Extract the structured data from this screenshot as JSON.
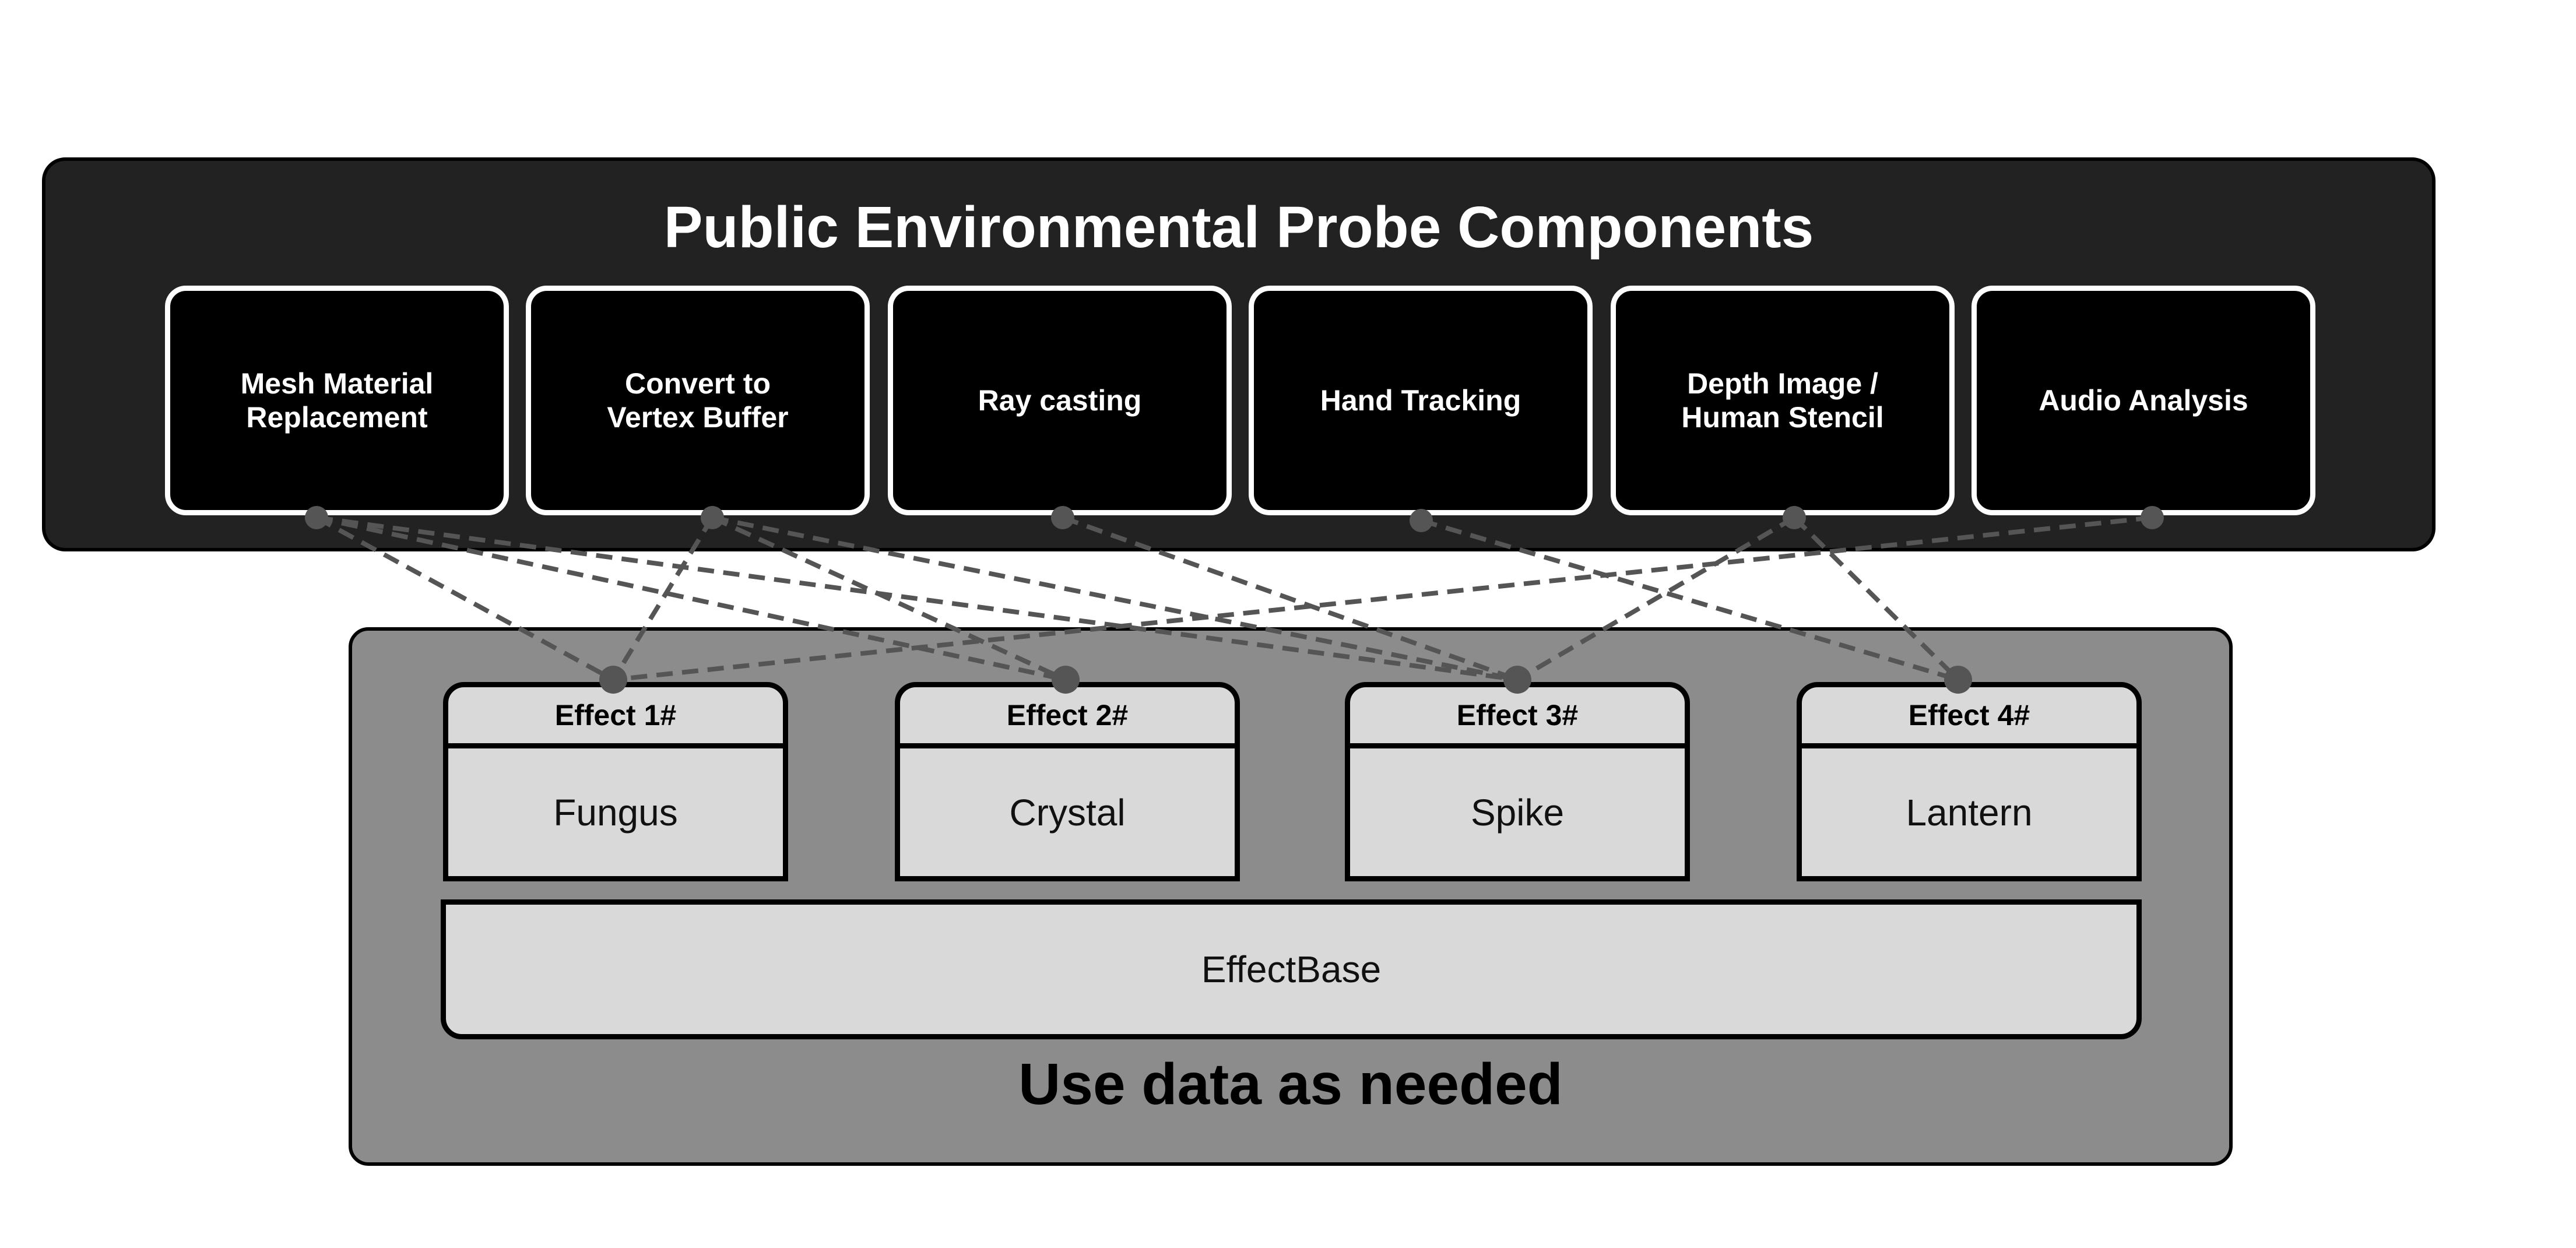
{
  "diagram": {
    "title": "Public Environmental Probe Components",
    "footer": "Use data as needed",
    "probes": [
      {
        "id": "mesh",
        "label": "Mesh Material\nReplacement"
      },
      {
        "id": "vertex",
        "label": "Convert to\nVertex Buffer"
      },
      {
        "id": "ray",
        "label": "Ray casting"
      },
      {
        "id": "hand",
        "label": "Hand Tracking"
      },
      {
        "id": "depth",
        "label": "Depth Image /\nHuman Stencil"
      },
      {
        "id": "audio",
        "label": "Audio Analysis"
      }
    ],
    "effects": [
      {
        "id": "e1",
        "header": "Effect 1#",
        "name": "Fungus"
      },
      {
        "id": "e2",
        "header": "Effect 2#",
        "name": "Crystal"
      },
      {
        "id": "e3",
        "header": "Effect 3#",
        "name": "Spike"
      },
      {
        "id": "e4",
        "header": "Effect 4#",
        "name": "Lantern"
      }
    ],
    "base": "EffectBase",
    "connections": [
      [
        "mesh",
        "e1"
      ],
      [
        "mesh",
        "e2"
      ],
      [
        "mesh",
        "e3"
      ],
      [
        "vertex",
        "e1"
      ],
      [
        "vertex",
        "e2"
      ],
      [
        "vertex",
        "e3"
      ],
      [
        "ray",
        "e3"
      ],
      [
        "hand",
        "e4"
      ],
      [
        "depth",
        "e3"
      ],
      [
        "depth",
        "e4"
      ],
      [
        "audio",
        "e1"
      ]
    ],
    "colors": {
      "top_panel": "#222222",
      "probe_box": "#000000",
      "bottom_panel": "#8c8c8c",
      "effect_box": "#d9d9d9",
      "connector": "#555555"
    }
  }
}
